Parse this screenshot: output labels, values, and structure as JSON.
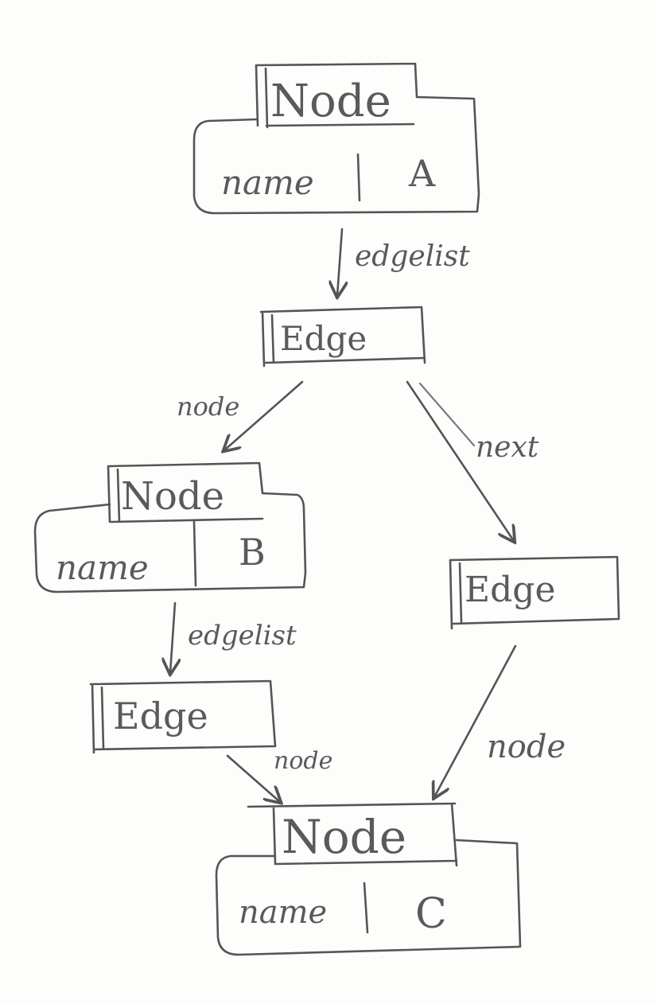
{
  "nodes": {
    "a": {
      "title": "Node",
      "field": "name",
      "value": "A"
    },
    "b": {
      "title": "Node",
      "field": "name",
      "value": "B"
    },
    "c": {
      "title": "Node",
      "field": "name",
      "value": "C"
    }
  },
  "edges": {
    "top": {
      "title": "Edge"
    },
    "left": {
      "title": "Edge"
    },
    "right": {
      "title": "Edge"
    }
  },
  "arrow_labels": {
    "a_edgelist": "edgelist",
    "top_node": "node",
    "top_next": "next",
    "b_edgelist": "edgelist",
    "left_node": "node",
    "right_node": "node"
  }
}
